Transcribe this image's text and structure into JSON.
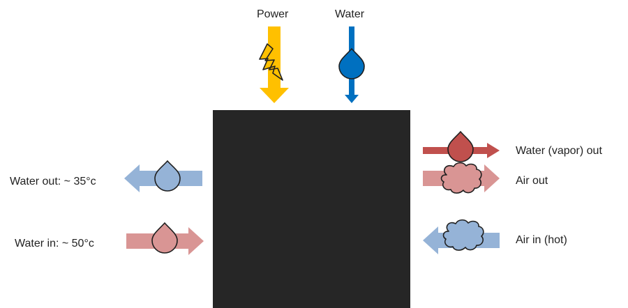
{
  "labels": {
    "power": "Power",
    "water": "Water",
    "water_out": "Water out: ~ 35°c",
    "water_in": "Water in: ~ 50°c",
    "vapor_out": "Water (vapor) out",
    "air_out": "Air out",
    "air_in": "Air in (hot)"
  },
  "icons": {
    "power": "lightning-bolt-icon",
    "water": "water-drop-icon",
    "water_out": "water-drop-icon",
    "water_in": "water-drop-icon",
    "vapor_out": "water-drop-icon",
    "air_out": "cloud-icon",
    "air_in": "cloud-icon"
  },
  "colors": {
    "box": "#262626",
    "power": "#FFC000",
    "water": "#0070C0",
    "cool": "#95B3D7",
    "warm": "#D99594",
    "vapor": "#C0504D",
    "outline": "#1F1F1F"
  }
}
